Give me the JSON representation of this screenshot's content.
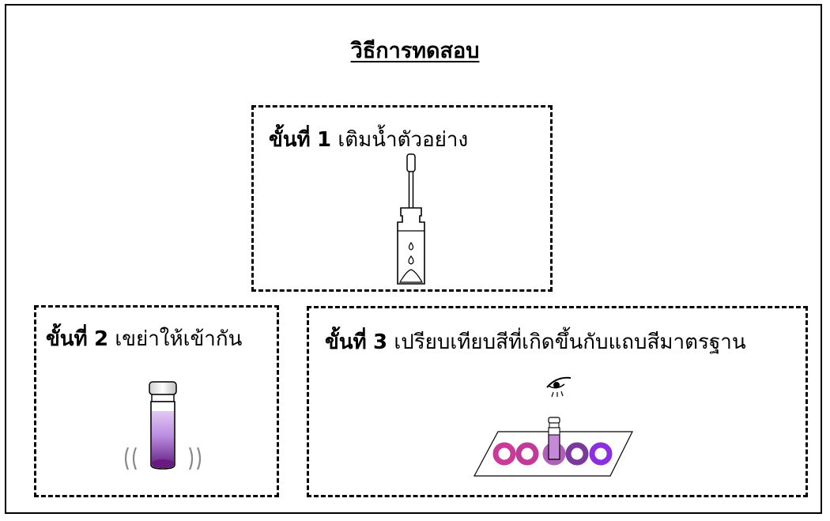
{
  "title": "วิธีการทดสอบ",
  "steps": [
    {
      "label": "ขั้นที่",
      "number": "1",
      "text": "เติมน้ำตัวอย่าง",
      "icon": "dropper-into-vial-icon"
    },
    {
      "label": "ขั้นที่",
      "number": "2",
      "text": "เขย่าให้เข้ากัน",
      "icon": "shaking-vial-icon"
    },
    {
      "label": "ขั้นที่",
      "number": "3",
      "text": "เปรียบเทียบสีที่เกิดขึ้นกับแถบสีมาตรฐาน",
      "icon": "color-chart-compare-icon"
    }
  ],
  "colors": {
    "solution_light": "#c9a2e6",
    "solution_mid": "#a56bd0",
    "solution_dark": "#6a1b82",
    "standard_colors": [
      "#cc3a98",
      "#c13a9a",
      "#b060b8",
      "#7a3a9c",
      "#8b2fe0"
    ]
  }
}
